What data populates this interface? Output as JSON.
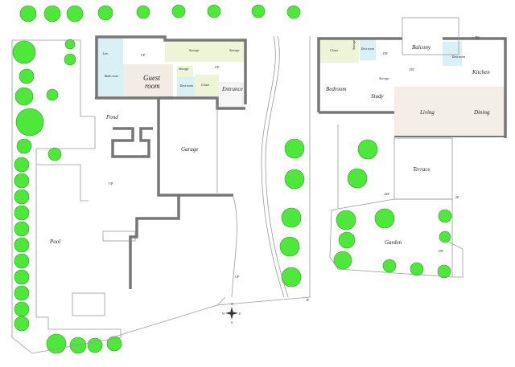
{
  "floor1": {
    "label": "1F",
    "rooms": {
      "lav": "Lav.",
      "bath": "Bath room",
      "guest1": "Guest",
      "guest2": "room",
      "storage_a": "Storage",
      "storage_b": "Storage",
      "storage_c": "Storage",
      "closet": "Closet",
      "restroom": "Rest room",
      "entrance": "Entrance",
      "pond": "Pond",
      "garage": "Garage",
      "pool": "Pool"
    },
    "stairs": [
      "UP",
      "UP",
      "UP",
      "UP"
    ]
  },
  "floor2": {
    "label": "2F",
    "rooms": {
      "closet": "Closet",
      "storage_v": "Storage",
      "restroom_a": "Rest room",
      "balcony": "Balcony",
      "restroom_b": "Rest room",
      "kitchen": "Kitchen",
      "storage": "Storage",
      "bedroom": "Bedroom",
      "study": "Study",
      "living": "Living",
      "dining": "Dining",
      "terrace": "Terrace",
      "garden": "Garden"
    },
    "stairs": [
      "DN",
      "DN",
      "DN",
      "DN",
      "DN"
    ]
  },
  "compass": {
    "n": "N",
    "s": "S",
    "e": "E",
    "w": "W"
  },
  "colors": {
    "tree": "#4de83a",
    "wall": "#777777",
    "guest_room": "#f3ece4",
    "wet_room": "#d9f1f5",
    "storage": "#eef5d6",
    "living": "#f3eee6"
  }
}
